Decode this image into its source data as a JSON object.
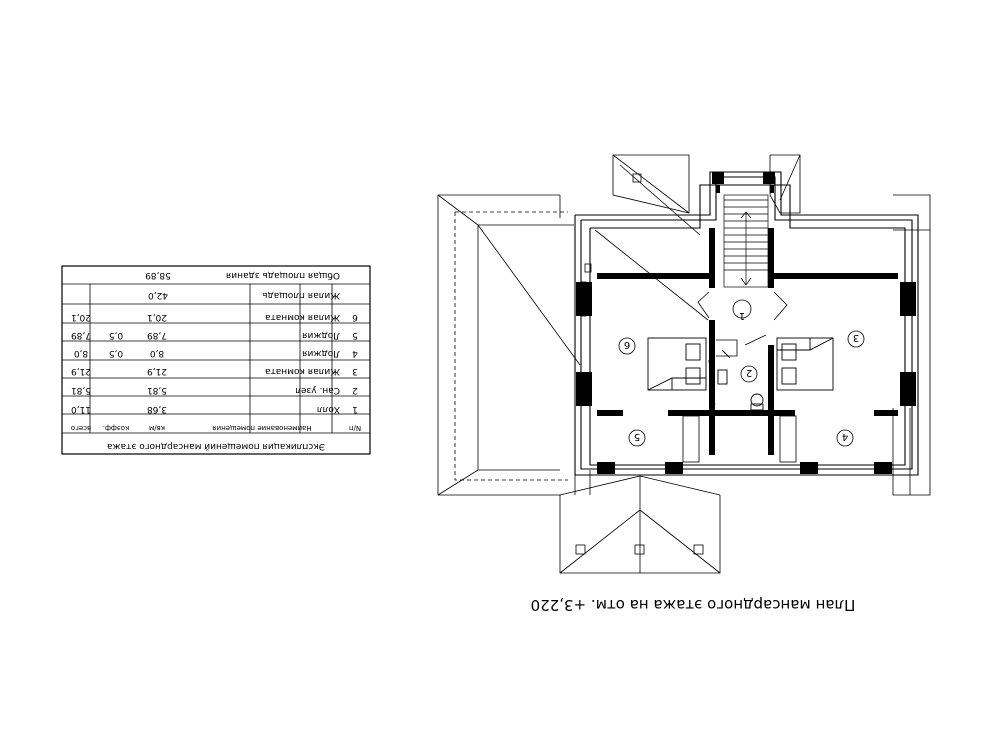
{
  "plan": {
    "title": "План мансардного этажа на отм. +3,220",
    "room_markers": [
      "1",
      "2",
      "3",
      "4",
      "5",
      "6"
    ]
  },
  "explication": {
    "title": "Экспликация помещений мансардного этажа",
    "headers": [
      "N/п",
      "Наименование помещения",
      "кв/м",
      "коэфф.",
      "всего"
    ],
    "rows": [
      [
        "1",
        "Холл",
        "3,68",
        "",
        "11,0"
      ],
      [
        "2",
        "Сан. узел",
        "5,81",
        "",
        "5,81"
      ],
      [
        "3",
        "Жилая комната",
        "21,9",
        "",
        "21,9"
      ],
      [
        "4",
        "Лоджия",
        "8,0",
        "0,5",
        "8,0"
      ],
      [
        "5",
        "Лоджия",
        "7,89",
        "0,5",
        "7,89"
      ],
      [
        "6",
        "Жилая комната",
        "20,1",
        "",
        "20,1"
      ]
    ],
    "living_area_label": "Жилая площадь",
    "living_area_value": "42,0",
    "total_area_label": "Общая площадь здания",
    "total_area_value": "58,89"
  }
}
